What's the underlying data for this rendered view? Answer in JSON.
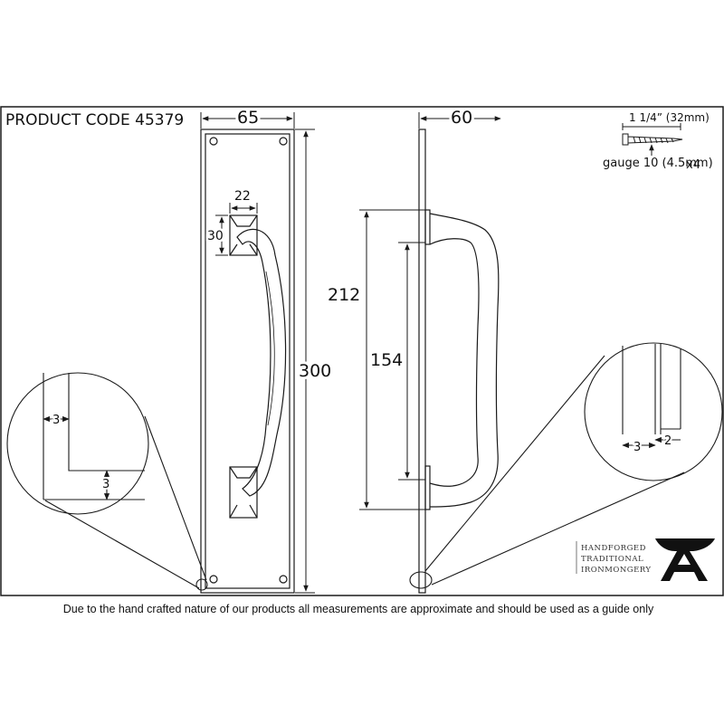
{
  "product": {
    "code_label": "PRODUCT CODE 45379"
  },
  "front_view": {
    "width": "65",
    "height": "300",
    "pad_width": "22",
    "pad_height": "30"
  },
  "side_view": {
    "projection": "60",
    "plate_span": "212",
    "grip_span": "154"
  },
  "screws": {
    "length": "1 1/4” (32mm)",
    "quantity": "x4",
    "gauge": "gauge 10 (4.5mm)"
  },
  "detail_left": {
    "dim_a": "3",
    "dim_b": "3"
  },
  "detail_right": {
    "dim_a": "3",
    "dim_b": "2"
  },
  "brand": {
    "line1": "HANDFORGED",
    "line2": "TRADITIONAL",
    "line3": "IRONMONGERY",
    "logo": "anvil-a-logo"
  },
  "disclaimer": "Due to the hand crafted nature of our products all measurements are approximate and should be used as a guide only",
  "colors": {
    "line": "#1a1a1a",
    "brand_text": "#333333"
  }
}
